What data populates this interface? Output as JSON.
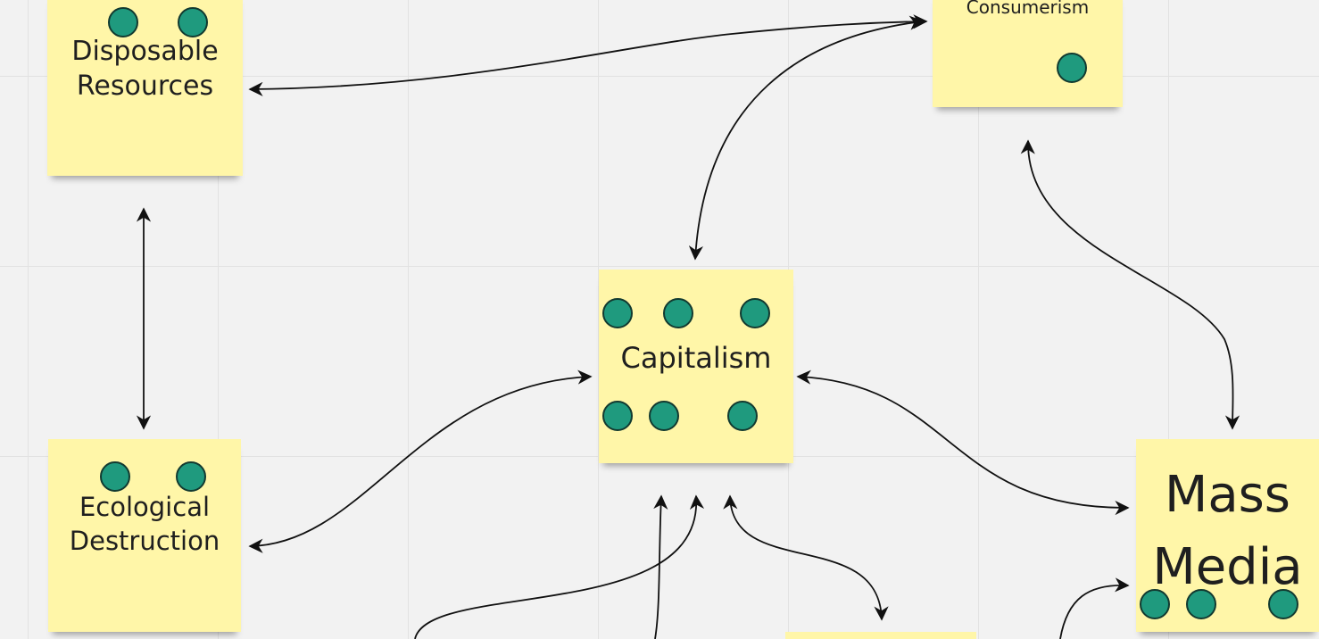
{
  "colors": {
    "canvas": "#f2f2f2",
    "grid": "#e2e2e2",
    "sticky_note": "#fff6a8",
    "vote_dot": "#1f9a7e",
    "vote_dot_border": "#123a30",
    "connector": "#111111"
  },
  "notes": {
    "disposable": {
      "label": "Disposable Resources",
      "votes": 2
    },
    "consumerism": {
      "label": "Consumerism",
      "votes": 1
    },
    "capitalism": {
      "label": "Capitalism",
      "votes": 6
    },
    "ecological": {
      "label": "Ecological Destruction",
      "votes": 2
    },
    "mass_media": {
      "label": "Mass Media",
      "votes": 3
    },
    "partial_bottom": {
      "label": ""
    }
  },
  "connectors": [
    {
      "from": "disposable",
      "to": "consumerism",
      "arrows": "both"
    },
    {
      "from": "consumerism",
      "to": "capitalism",
      "arrows": "both"
    },
    {
      "from": "consumerism",
      "to": "mass_media",
      "arrows": "both"
    },
    {
      "from": "disposable",
      "to": "ecological",
      "arrows": "both"
    },
    {
      "from": "ecological",
      "to": "capitalism",
      "arrows": "both"
    },
    {
      "from": "capitalism",
      "to": "mass_media",
      "arrows": "both"
    }
  ]
}
